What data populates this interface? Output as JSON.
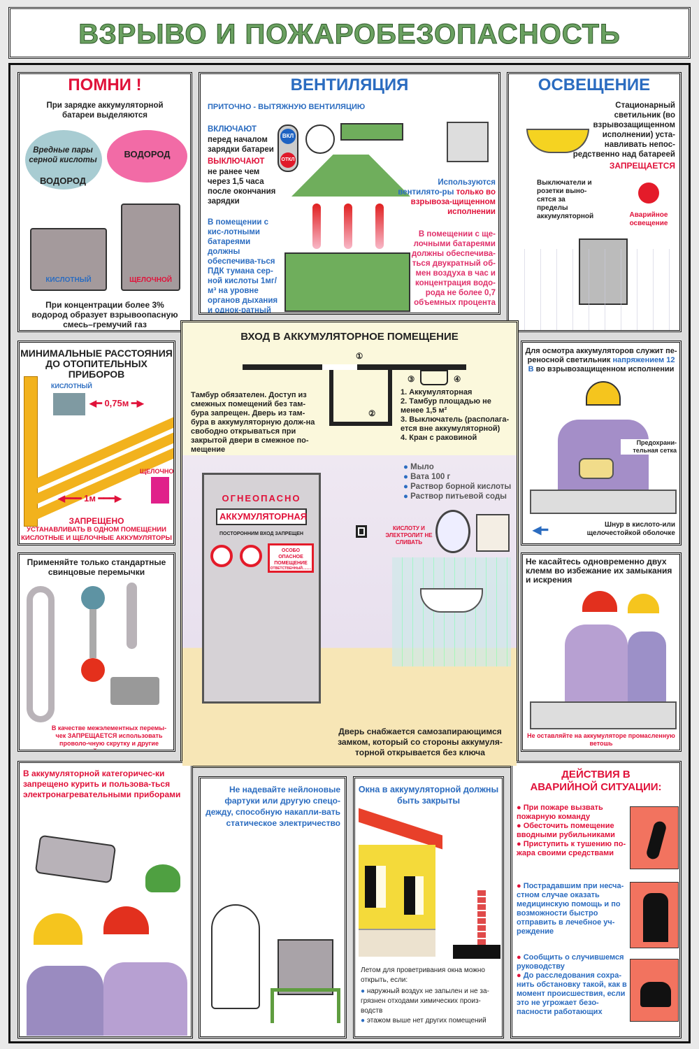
{
  "title": "ВЗРЫВО И ПОЖАРОБЕЗОПАСНОСТЬ",
  "remember": {
    "heading": "ПОМНИ !",
    "intro": "При зарядке аккумуляторной батареи выделяются",
    "cloud1_a": "Вредные пары серной кислоты",
    "cloud1_b": "ВОДОРОД",
    "cloud2": "ВОДОРОД",
    "battery1": "КИСЛОТНЫЙ",
    "battery2": "ЩЕЛОЧНОЙ",
    "footer": "При концентрации более 3% водород образует взрывоопасную смесь–гремучий газ"
  },
  "ventilation": {
    "heading": "ВЕНТИЛЯЦИЯ",
    "subheading": "ПРИТОЧНО - ВЫТЯЖНУЮ ВЕНТИЛЯЦИЮ",
    "on_label": "ВКЛЮЧАЮТ",
    "on_text": "перед началом зарядки батареи",
    "off_label": "ВЫКЛЮЧАЮТ",
    "off_text": "не ранее чем через 1,5 часа после окончания зарядки",
    "btn_on": "ВКЛ",
    "btn_off": "ОТКЛ",
    "fans_a": "Используются вентилято-ры",
    "fans_b": "только во взрывоза-щищенном исполнении",
    "acid": "В помещении с кис-лотными батареями должны обеспечива-ться ПДК тумана сер-ной кислоты 1мг/м³ на уровне органов дыхания и однок-ратный обмен воздуха в час",
    "alkaline": "В помещении с ще-лочными батареями должны обеспечива-ться двукратный об-мен воздуха в час и концентрация водо-рода не более 0,7 объемных процента"
  },
  "lighting": {
    "heading": "ОСВЕЩЕНИЕ",
    "text": "Стационарный светильник (во взрывозащищенном исполнении) уста-навливать непос-редственно над батареей",
    "forbidden": "ЗАПРЕЩАЕТСЯ",
    "switches": "Выключатели и розетки выно-сятся за пределы аккумуляторной",
    "emergency": "Аварийное освещение"
  },
  "entrance": {
    "heading": "ВХОД В АККУМУЛЯТОРНОЕ ПОМЕЩЕНИЕ",
    "n1": "①",
    "n2": "②",
    "n3": "③",
    "n4": "④",
    "vestibule": "Тамбур обязателен. Доступ из смежных помещений без там-бура запрещен. Дверь из там-бура в аккумуляторную долж-на свободно открываться при закрытой двери в смежное по-мещение",
    "legend": [
      "1. Аккумуляторная",
      "2. Тамбур площадью не менее 1,5 м²",
      "3. Выключатель (располага-ется вне аккумуляторной)",
      "4. Кран с раковиной"
    ],
    "supplies": [
      "Мыло",
      "Вата 100 г",
      "Раствор борной кислоты",
      "Раствор питьевой соды"
    ],
    "door_sign_top": "ОГНЕОПАСНО",
    "door_sign_main": "АККУМУЛЯТОРНАЯ",
    "door_sign_sub": "ПОСТОРОННИМ ВХОД ЗАПРЕЩЕН",
    "door_sign_danger": "ОСОБО ОПАСНОЕ ПОМЕЩЕНИЕ",
    "door_sign_resp": "ОТВЕТСТВЕННЫЙ.........",
    "sink_warning": "КИСЛОТУ И ЭЛЕКТРОЛИТ НЕ СЛИВАТЬ",
    "door_note": "Дверь снабжается самозапирающимся замком, который со стороны аккумуля-торной открывается без ключа"
  },
  "distances": {
    "heading": "МИНИМАЛЬНЫЕ РАССТОЯНИЯ ДО ОТОПИТЕЛЬНЫХ ПРИБОРОВ",
    "acid": "КИСЛОТНЫЙ",
    "acid_dist": "0,75м",
    "alk": "ЩЕЛОЧНОЙ",
    "alk_dist": "1м",
    "forbidden": "ЗАПРЕЩЕНО",
    "forbidden_text": "УСТАНАВЛИВАТЬ В ОДНОМ ПОМЕЩЕНИИ КИСЛОТНЫЕ И ЩЕЛОЧНЫЕ АККУМУЛЯТОРЫ"
  },
  "jumpers": {
    "heading": "Применяйте только стандартные свинцовые перемычки",
    "note": "В качестве межэлементных перемы-чек ЗАПРЕЩАЕТСЯ использовать проволо-чную скрутку и другие случайные предметы"
  },
  "inspection": {
    "text_a": "Для осмотра аккумуляторов служит пе-реносной светильник",
    "text_b": "напряжением 12 В",
    "text_c": "во взрывозащищенном исполнении",
    "grid": "Предохрани-тельная сетка",
    "cord": "Шнур в кислото-или щелочестойкой оболочке"
  },
  "terminals": {
    "heading": "Не касайтесь одновременно двух клемм во избежание их замыкания и искрения",
    "note": "Не оставляйте на аккумуляторе промасленную ветошь"
  },
  "smoking": {
    "heading": "В аккумуляторной категоричес-ки запрещено курить и пользова-ться электронагревательными приборами"
  },
  "nylon": {
    "heading": "Не надевайте нейлоновые фартуки или другую спецо-дежду, способную накапли-вать статическое электричество"
  },
  "windows": {
    "heading": "Окна в аккумуляторной должны быть закрыты",
    "intro": "Летом для проветривания окна можно открыть, если:",
    "items": [
      "наружный воздух не запылен и не за-грязнен отходами химических произ-водств",
      "этажом выше нет других помещений"
    ]
  },
  "emergency": {
    "heading": "ДЕЙСТВИЯ В АВАРИЙНОЙ СИТУАЦИИ:",
    "group1": [
      "При пожаре вызвать пожарную команду",
      "Обесточить помещение вводными рубильниками",
      "Приступить к тушению по-жара своими средствами"
    ],
    "group2": [
      "Пострадавшим при несча-стном случае оказать медицинскую помощь и по возможности быстро отправить в лечебное уч-реждение"
    ],
    "group3": [
      "Сообщить о случившемся руководству",
      "До расследования сохра-нить обстановку такой, как в момент происшествия, если это не угрожает безо-пасности работающих"
    ]
  },
  "colors": {
    "title": "#6aa060",
    "red": "#e0123a",
    "blue": "#2b6cc0",
    "icon_bg": "#f2735f",
    "pipe": "#f2b21d",
    "hood": "#6fae5c"
  }
}
